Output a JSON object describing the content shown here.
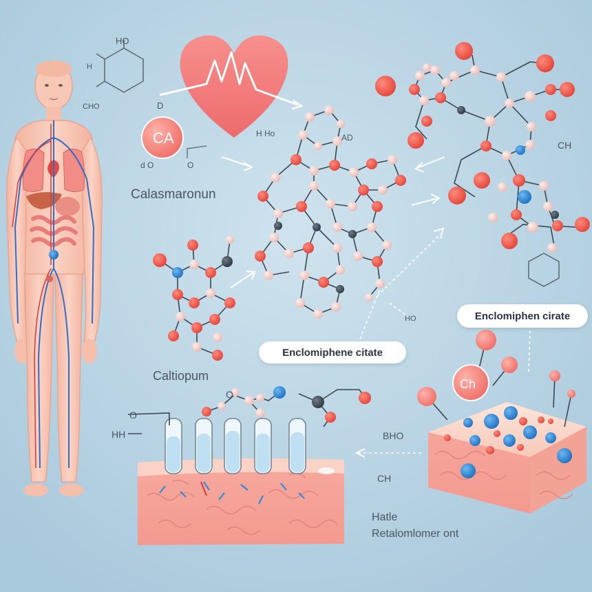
{
  "labels": {
    "ho_top": "HO",
    "h_left": "H",
    "cho": "CHO",
    "d_mark": "D",
    "ca_badge": "CA",
    "sub_o1": "d O",
    "sub_o2": "O",
    "calasmaronun": "Calasmaronun",
    "h_ho_mid": "H Ho",
    "ad_mid": "AD",
    "ch_right": "CH",
    "enclomiphene_pill": "Enclomiphene citate",
    "enclomiphen_pill2": "Enclomiphen cirate",
    "caltiopum": "Caltiopum",
    "hh_left": "HH",
    "ho_mid_low": "HO",
    "bho": "BHO",
    "ch_low": "CH",
    "ch_ball": "Ch",
    "hatle": "Hatle",
    "retalom": "Retalomlomer ont"
  },
  "colors": {
    "background": "#b7d3e2",
    "heart": "#f27b7a",
    "body_skin": "#f8c3b2",
    "atom_red": "#ef5a4a",
    "atom_blue": "#2f8ad8",
    "atom_pink": "#f2d0cc",
    "atom_dark": "#3b4651",
    "tissue": "#f4b0a4",
    "tube_liquid": "#bfe0f3"
  },
  "icons": [
    "heart-ecg-icon",
    "human-body-icon",
    "molecule-icon",
    "test-tube-icon",
    "tissue-block-icon"
  ]
}
